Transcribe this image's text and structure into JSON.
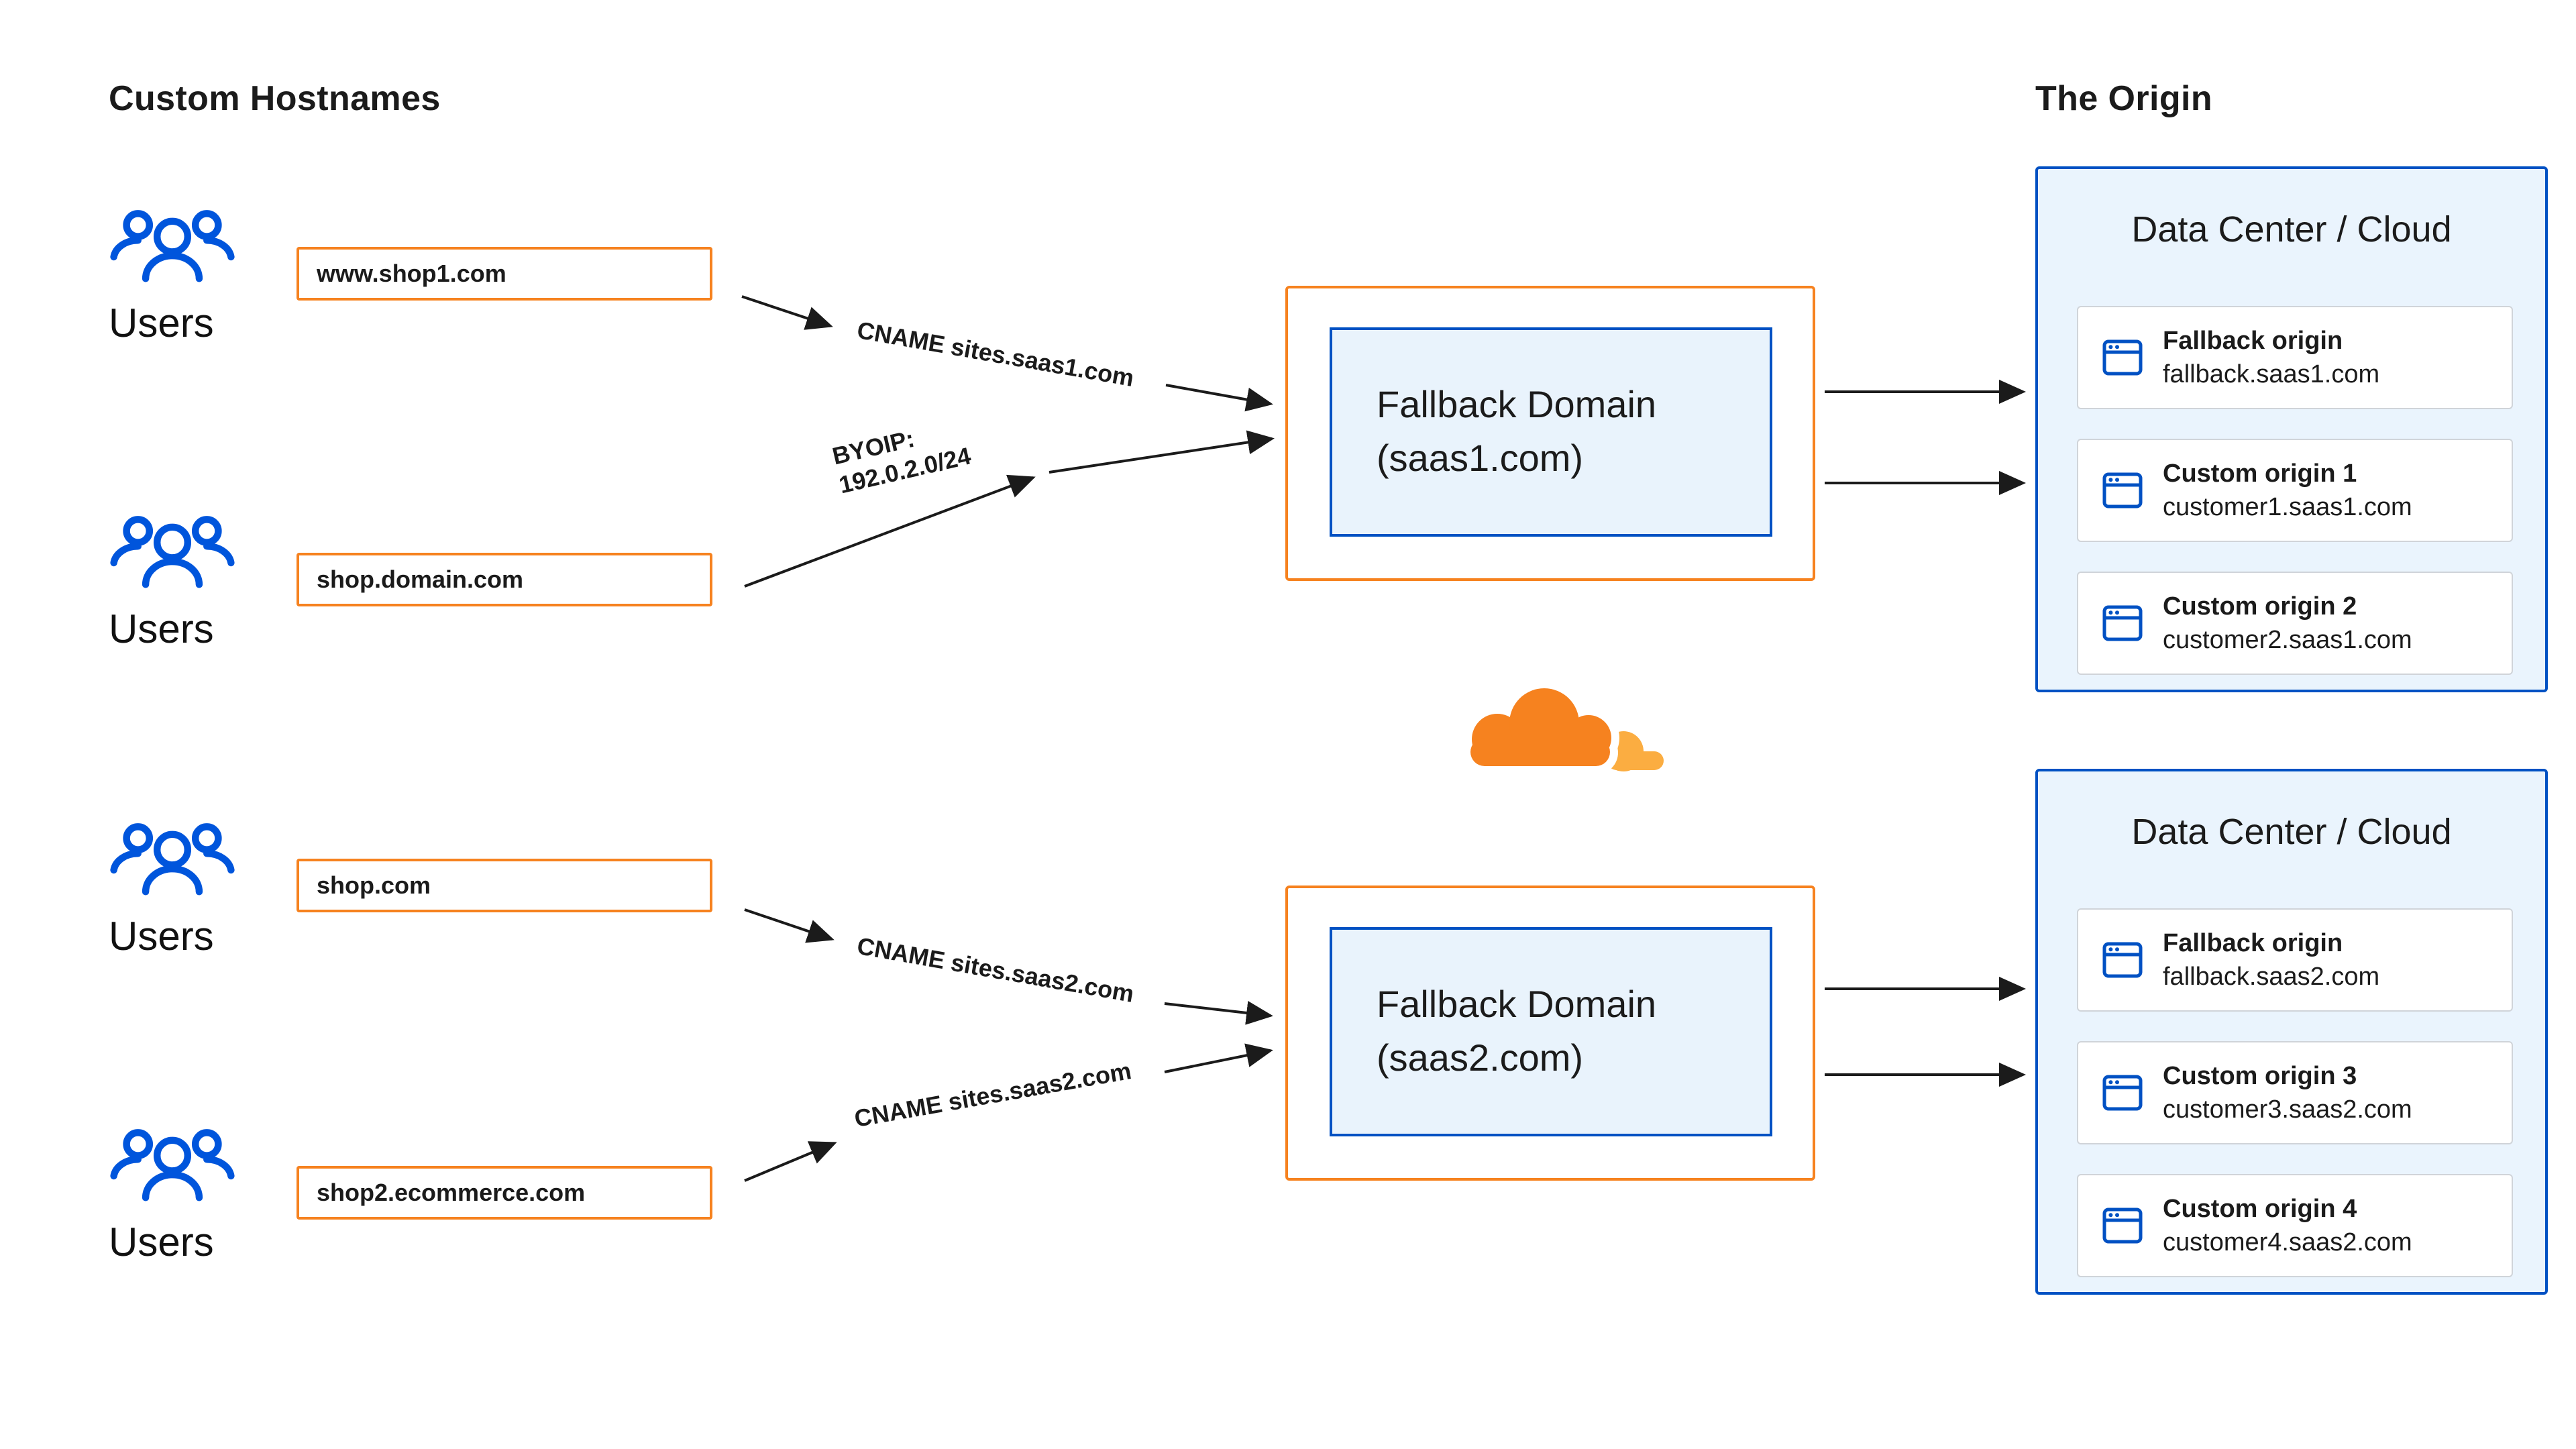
{
  "headings": {
    "left": "Custom Hostnames",
    "right": "The Origin"
  },
  "users": {
    "label": "Users"
  },
  "hostnames": [
    {
      "label": "www.shop1.com"
    },
    {
      "label": "shop.domain.com"
    },
    {
      "label": "shop.com"
    },
    {
      "label": "shop2.ecommerce.com"
    }
  ],
  "arrows": {
    "cname_saas1": "CNAME sites.saas1.com",
    "byoip_line1": "BYOIP:",
    "byoip_line2": "192.0.2.0/24",
    "cname_saas2_upper": "CNAME sites.saas2.com",
    "cname_saas2_lower": "CNAME sites.saas2.com"
  },
  "fallbacks": [
    {
      "line1": "Fallback Domain",
      "line2": "(saas1.com)"
    },
    {
      "line1": "Fallback Domain",
      "line2": "(saas2.com)"
    }
  ],
  "logo": {
    "name": "cloudflare-logo"
  },
  "datacenters": [
    {
      "title": "Data Center / Cloud",
      "origins": [
        {
          "name": "Fallback origin",
          "host": "fallback.saas1.com"
        },
        {
          "name": "Custom origin 1",
          "host": "customer1.saas1.com"
        },
        {
          "name": "Custom origin 2",
          "host": "customer2.saas1.com"
        }
      ]
    },
    {
      "title": "Data Center / Cloud",
      "origins": [
        {
          "name": "Fallback origin",
          "host": "fallback.saas2.com"
        },
        {
          "name": "Custom origin 3",
          "host": "customer3.saas2.com"
        },
        {
          "name": "Custom origin 4",
          "host": "customer4.saas2.com"
        }
      ]
    }
  ],
  "colors": {
    "orange": "#F6821F",
    "gold": "#FBAD41",
    "blue": "#0051C3",
    "icon_blue": "#0055DC",
    "panel_blue": "#EAF4FD",
    "text": "#1B1B1B"
  }
}
